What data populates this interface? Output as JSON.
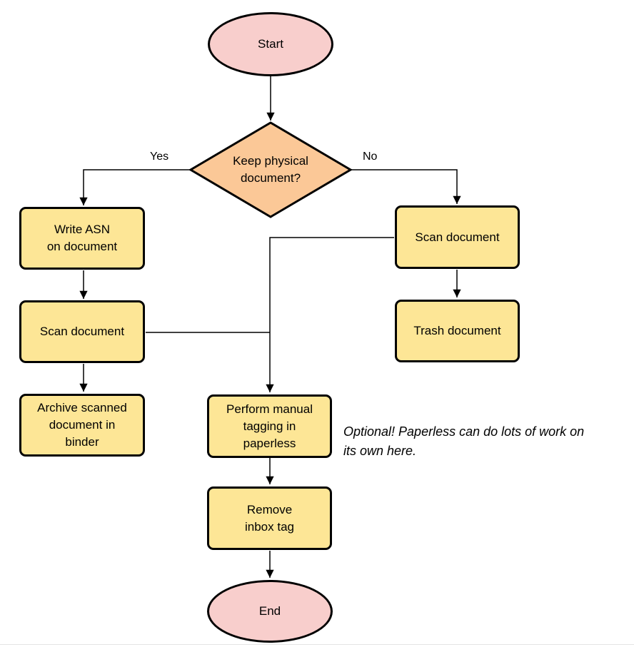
{
  "diagram": {
    "type": "flowchart",
    "colors": {
      "terminal_fill": "#f8cecc",
      "decision_fill": "#fbc897",
      "process_fill": "#fde696",
      "stroke": "#000000"
    },
    "nodes": {
      "start": {
        "label": "Start",
        "shape": "ellipse"
      },
      "decision": {
        "label": "Keep physical\ndocument?",
        "shape": "diamond"
      },
      "write_asn": {
        "label": "Write ASN\non document",
        "shape": "process"
      },
      "scan_left": {
        "label": "Scan document",
        "shape": "process"
      },
      "archive": {
        "label": "Archive scanned\ndocument in\nbinder",
        "shape": "process"
      },
      "scan_right": {
        "label": "Scan document",
        "shape": "process"
      },
      "trash": {
        "label": "Trash document",
        "shape": "process"
      },
      "tagging": {
        "label": "Perform manual\ntagging in\npaperless",
        "shape": "process"
      },
      "remove_inbox": {
        "label": "Remove\ninbox tag",
        "shape": "process"
      },
      "end": {
        "label": "End",
        "shape": "ellipse"
      }
    },
    "edge_labels": {
      "yes": "Yes",
      "no": "No"
    },
    "edges": [
      {
        "from": "start",
        "to": "decision"
      },
      {
        "from": "decision",
        "to": "write_asn",
        "label": "Yes"
      },
      {
        "from": "decision",
        "to": "scan_right",
        "label": "No"
      },
      {
        "from": "write_asn",
        "to": "scan_left"
      },
      {
        "from": "scan_left",
        "to": "archive"
      },
      {
        "from": "scan_left",
        "to": "tagging"
      },
      {
        "from": "scan_right",
        "to": "trash"
      },
      {
        "from": "scan_right",
        "to": "tagging"
      },
      {
        "from": "tagging",
        "to": "remove_inbox"
      },
      {
        "from": "remove_inbox",
        "to": "end"
      }
    ],
    "annotation": "Optional! Paperless can do lots of work on\nits own here."
  }
}
